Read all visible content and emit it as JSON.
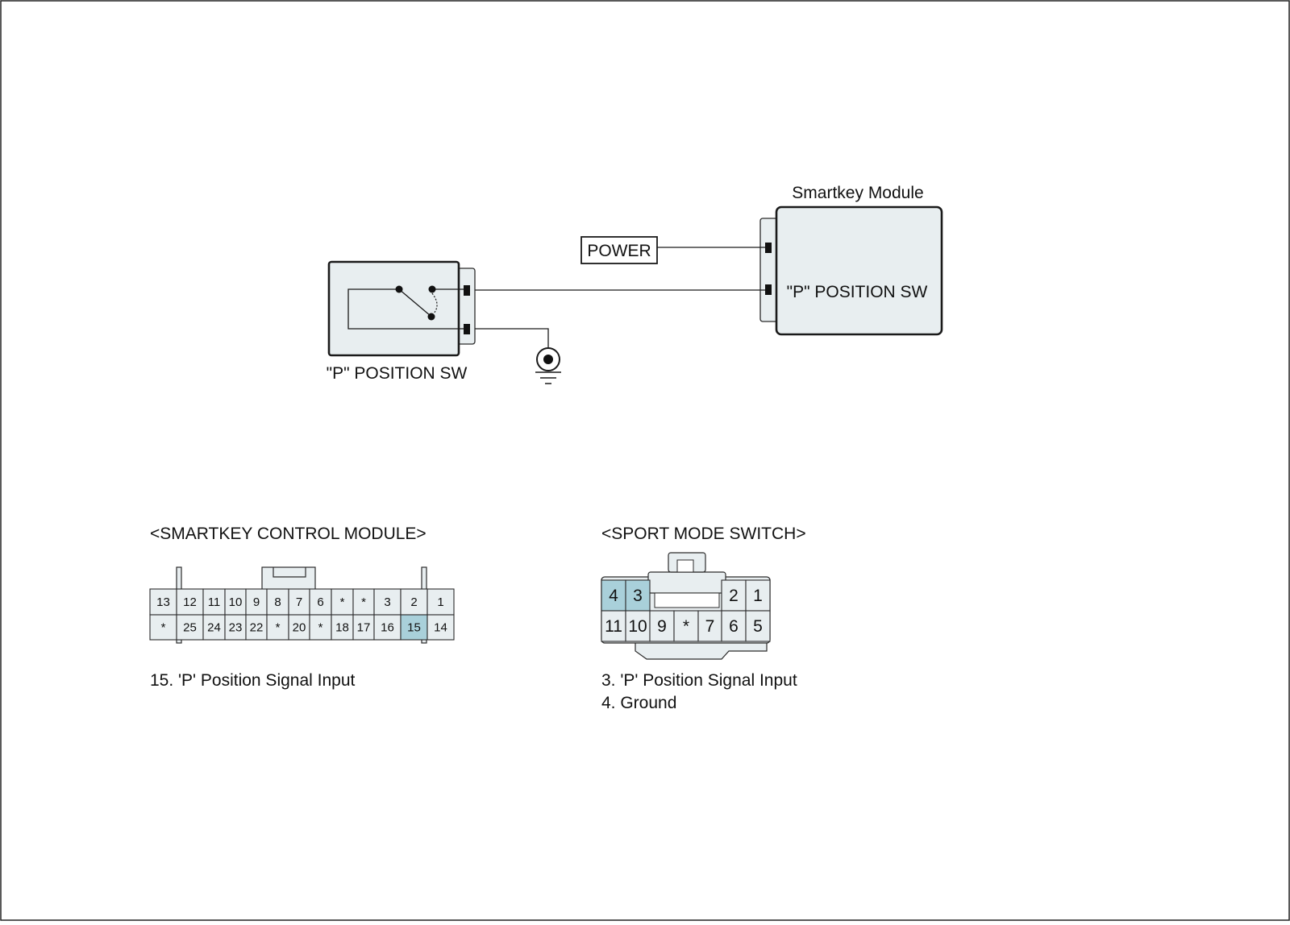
{
  "colors": {
    "fill": "#e8eef0",
    "highlight": "#a9d0da",
    "line": "#1a1a1a",
    "border": "#2b2b2b"
  },
  "schematic": {
    "module_title": "Smartkey Module",
    "module_pin_label": "\"P\" POSITION SW",
    "power_label": "POWER",
    "switch_label": "\"P\" POSITION SW",
    "ground_icon": "ground-symbol"
  },
  "smartkey_connector": {
    "title": "<SMARTKEY CONTROL MODULE>",
    "top_row": [
      "13",
      "12",
      "11",
      "10",
      "9",
      "8",
      "7",
      "6",
      "*",
      "*",
      "3",
      "2",
      "1"
    ],
    "bottom_row": [
      "*",
      "25",
      "24",
      "23",
      "22",
      "*",
      "20",
      "*",
      "18",
      "17",
      "16",
      "15",
      "14"
    ],
    "highlighted": [
      "15"
    ],
    "notes": [
      "15. 'P' Position Signal Input"
    ]
  },
  "sport_connector": {
    "title": "<SPORT MODE SWITCH>",
    "top_row": [
      "4",
      "3",
      "2",
      "1"
    ],
    "bottom_row": [
      "11",
      "10",
      "9",
      "*",
      "7",
      "6",
      "5"
    ],
    "highlighted": [
      "4",
      "3"
    ],
    "notes": [
      "3. 'P' Position Signal Input",
      "4. Ground"
    ]
  }
}
